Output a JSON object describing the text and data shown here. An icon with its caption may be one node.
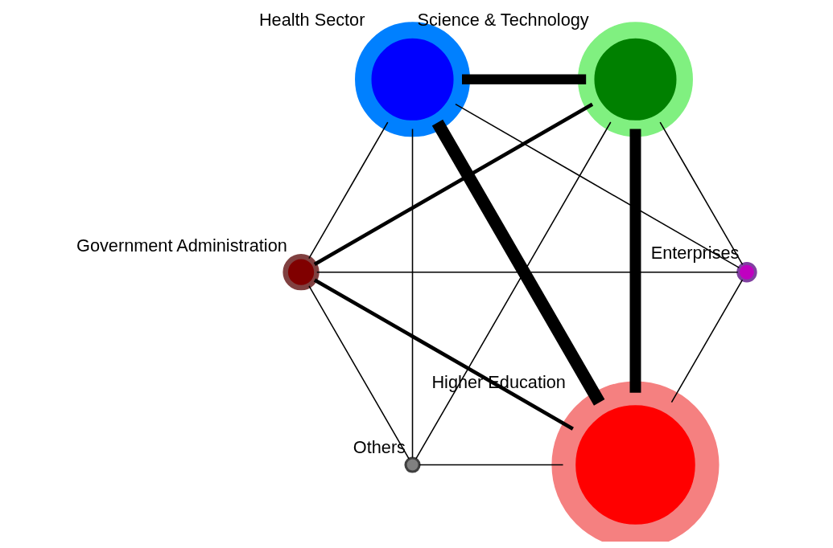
{
  "diagram": {
    "nodes": [
      {
        "text": [
          "Higher Education"
        ]
      },
      {
        "text": [
          "Health Sector"
        ]
      },
      {
        "text": [
          "Science & Technology"
        ]
      },
      {
        "text": [
          "Government Administration"
        ]
      },
      {
        "text": [
          "Enterprises"
        ]
      },
      {
        "text": [
          "Others"
        ]
      }
    ],
    "edges": [
      {
        "from": 0,
        "to": 1,
        "arrow": "none",
        "style": "thick"
      },
      {
        "from": 0,
        "to": 2,
        "arrow": "none",
        "style": "thick"
      },
      {
        "from": 1,
        "to": 2,
        "arrow": "none",
        "style": "thick"
      },
      {
        "from": 0,
        "to": 3,
        "arrow": "none",
        "style": "thick"
      },
      {
        "from": 0,
        "to": 4,
        "arrow": "none"
      },
      {
        "from": 0,
        "to": 5,
        "arrow": "none"
      },
      {
        "from": 1,
        "to": 5,
        "arrow": "none"
      },
      {
        "from": 2,
        "to": 5,
        "arrow": "none"
      },
      {
        "from": 3,
        "to": 5,
        "arrow": "none"
      },
      {
        "from": 1,
        "to": 3,
        "arrow": "none"
      },
      {
        "from": 1,
        "to": 4,
        "arrow": "none"
      },
      {
        "from": 2,
        "to": 3,
        "arrow": "none",
        "style": "thick"
      },
      {
        "from": 2,
        "to": 4,
        "arrow": "none"
      },
      {
        "from": 3,
        "to": 4,
        "arrow": "none"
      }
    ]
  }
}
